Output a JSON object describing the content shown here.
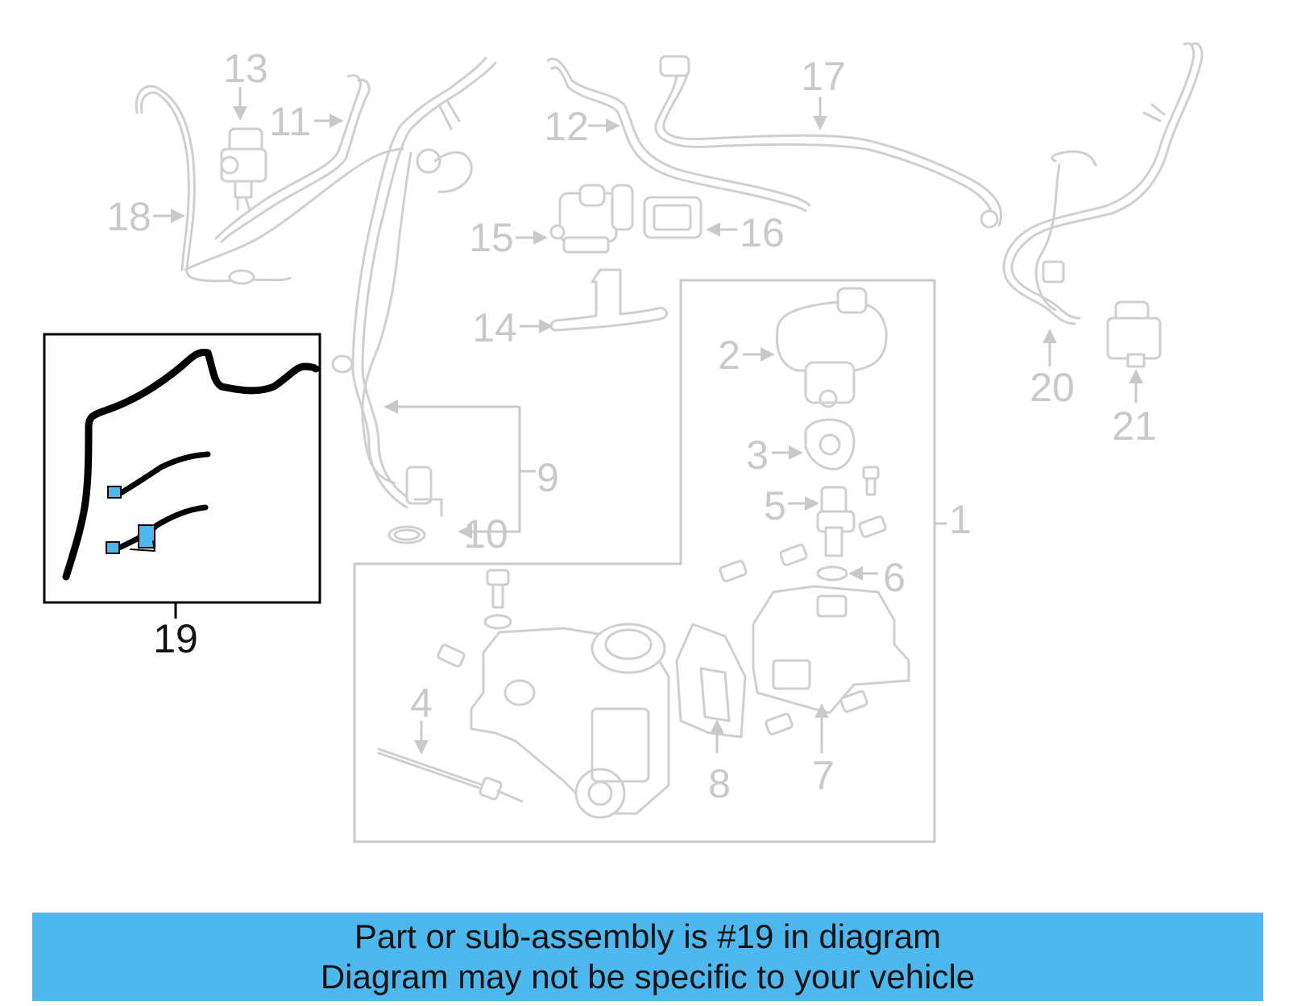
{
  "diagram": {
    "callouts": {
      "c1": "1",
      "c2": "2",
      "c3": "3",
      "c4": "4",
      "c5": "5",
      "c6": "6",
      "c7": "7",
      "c8": "8",
      "c9": "9",
      "c10": "10",
      "c11": "11",
      "c12": "12",
      "c13": "13",
      "c14": "14",
      "c15": "15",
      "c16": "16",
      "c17": "17",
      "c18": "18",
      "c19": "19",
      "c20": "20",
      "c21": "21"
    },
    "highlight_color": "#4cb8ee"
  },
  "banner": {
    "line1": "Part or sub-assembly is #19 in diagram",
    "line2": "Diagram may not be specific to your vehicle",
    "color": "#4cb8ee"
  }
}
